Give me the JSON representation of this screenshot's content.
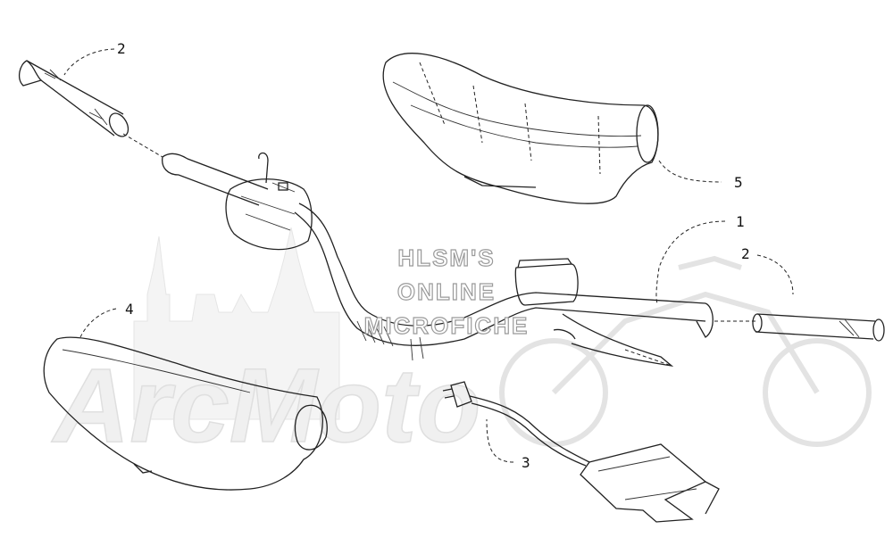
{
  "callouts": {
    "c1": "1",
    "c2a": "2",
    "c2b": "2",
    "c3": "3",
    "c4": "4",
    "c5": "5"
  },
  "watermark": {
    "line1": "HLSM'S",
    "line2": "ONLINE",
    "line3": "MICROFICHE",
    "logo": "ArcMoto"
  }
}
